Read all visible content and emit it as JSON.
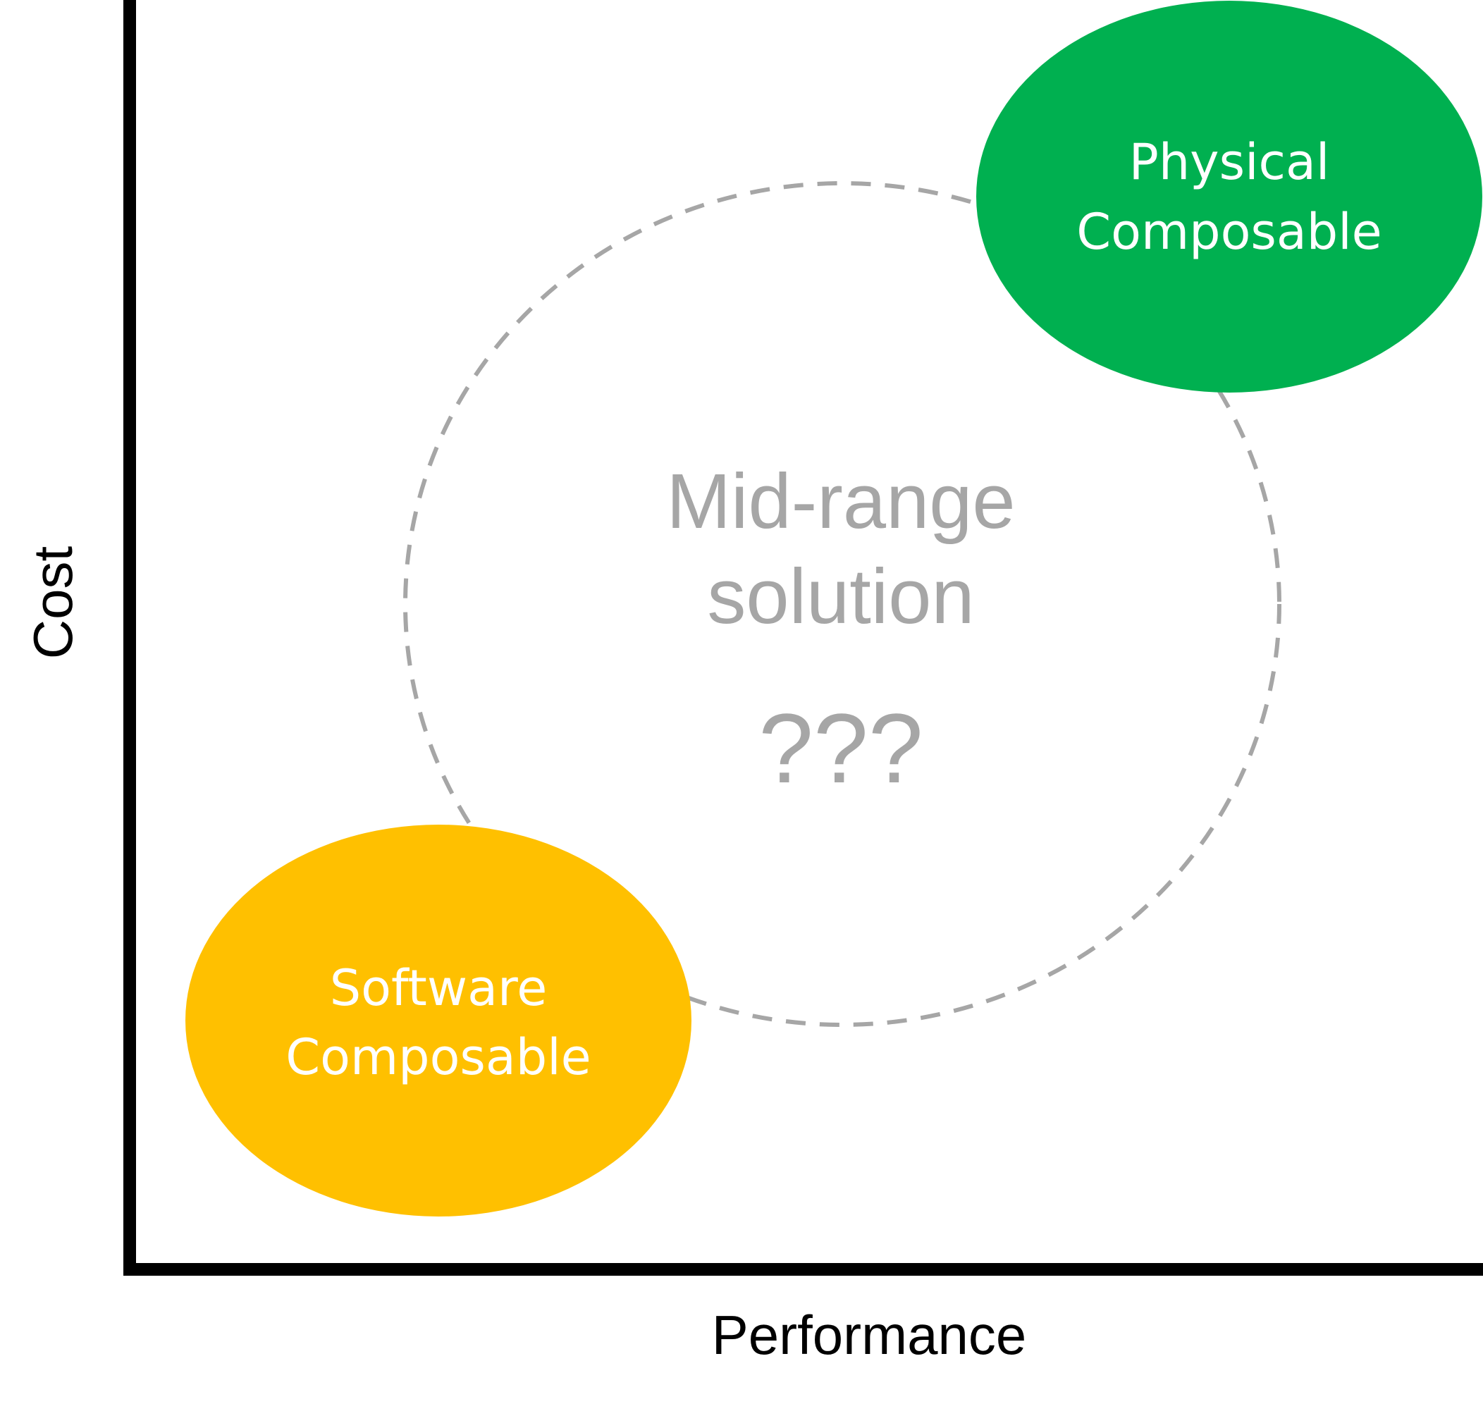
{
  "axes": {
    "x_label": "Performance",
    "y_label": "Cost"
  },
  "regions": {
    "physical": {
      "line1": "Physical",
      "line2": "Composable",
      "color": "#00b050"
    },
    "software": {
      "line1": "Software",
      "line2": "Composable",
      "color": "#ffc000"
    },
    "midrange": {
      "line1": "Mid-range",
      "line2": "solution",
      "question": "???",
      "color": "#a6a6a6"
    }
  },
  "colors": {
    "axis": "#000000",
    "blob_text": "#ffffff",
    "background": "#ffffff"
  }
}
